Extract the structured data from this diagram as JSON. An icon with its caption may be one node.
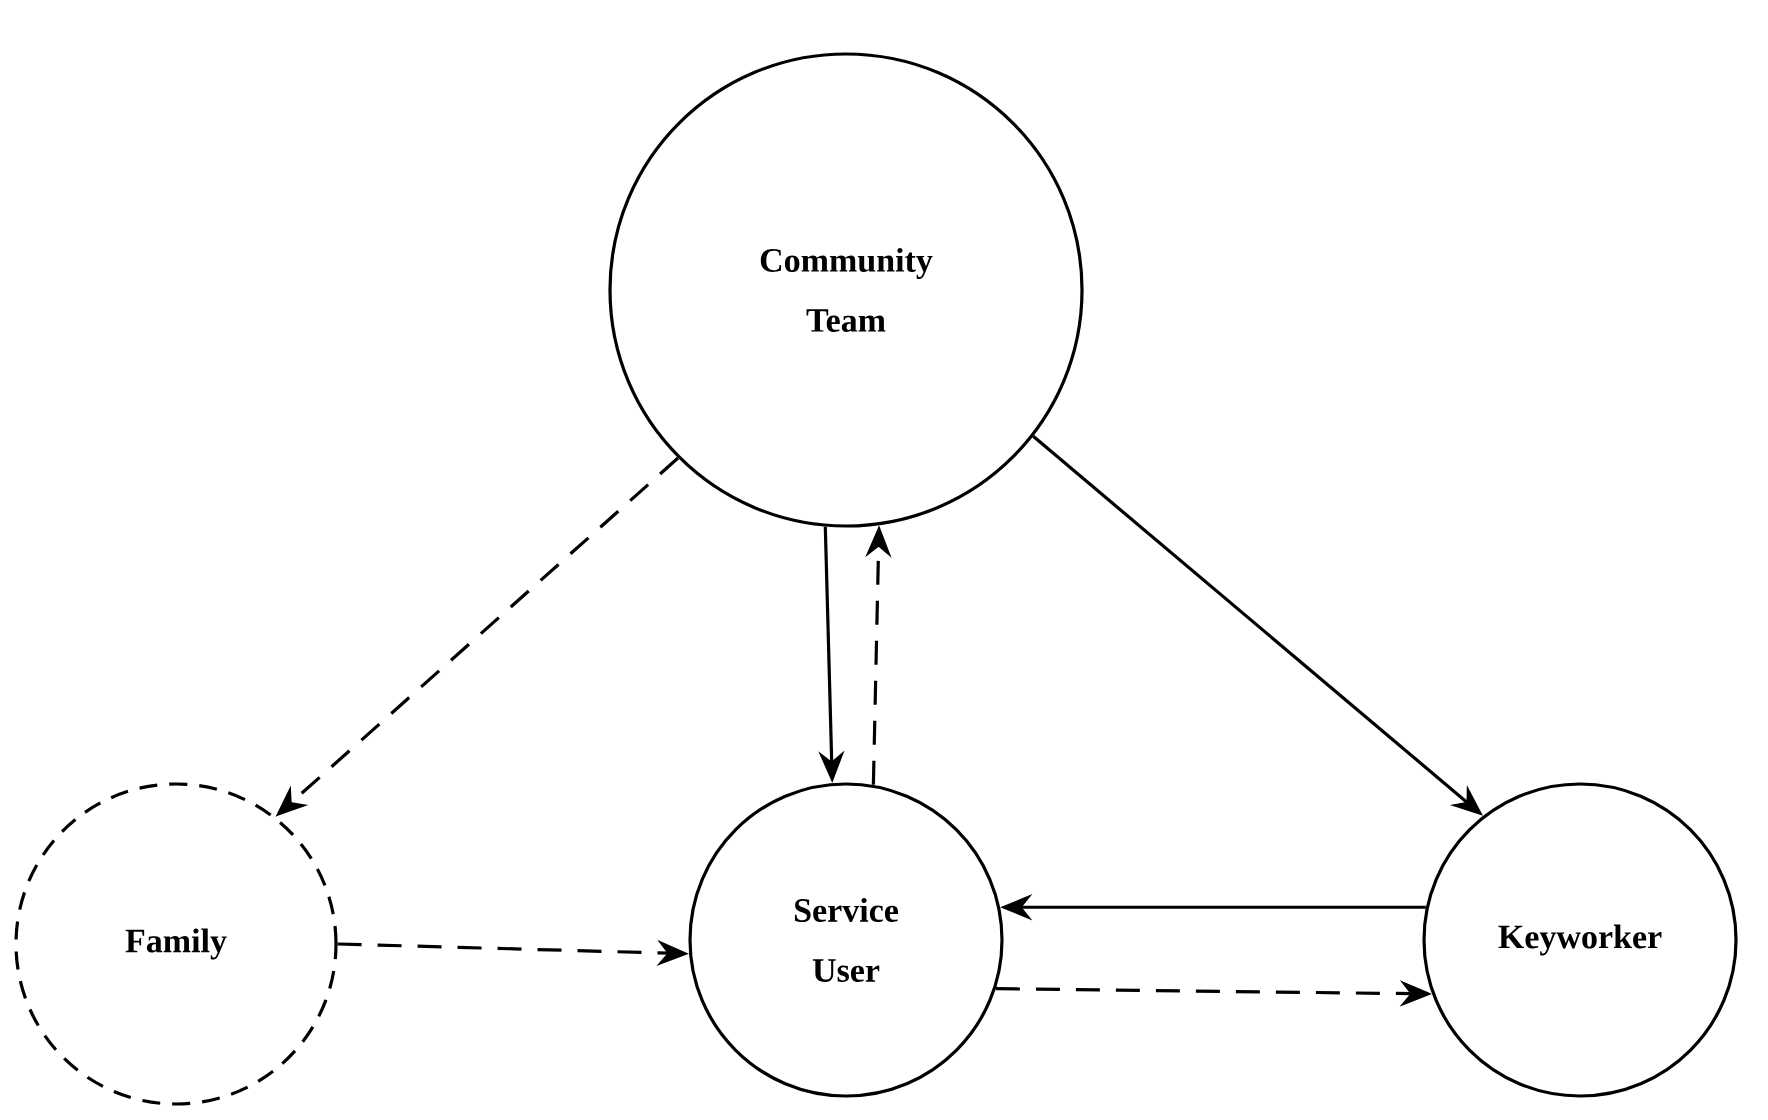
{
  "diagram": {
    "nodes": [
      {
        "text": [
          "Community Team"
        ]
      },
      {
        "text": [
          "Family"
        ]
      },
      {
        "text": [
          "Service User"
        ]
      },
      {
        "text": [
          "Keyworker"
        ]
      }
    ],
    "edges": [
      {
        "from": 0,
        "to": 2,
        "arrow": "to"
      },
      {
        "from": 2,
        "to": 0,
        "arrow": "to",
        "style": "dashed"
      },
      {
        "from": 0,
        "to": 3,
        "arrow": "to"
      },
      {
        "from": 0,
        "to": 1,
        "arrow": "to",
        "style": "dashed"
      },
      {
        "from": 1,
        "to": 2,
        "arrow": "to",
        "style": "dashed"
      },
      {
        "from": 3,
        "to": 2,
        "arrow": "to"
      },
      {
        "from": 2,
        "to": 3,
        "arrow": "to",
        "style": "dashed"
      }
    ]
  }
}
